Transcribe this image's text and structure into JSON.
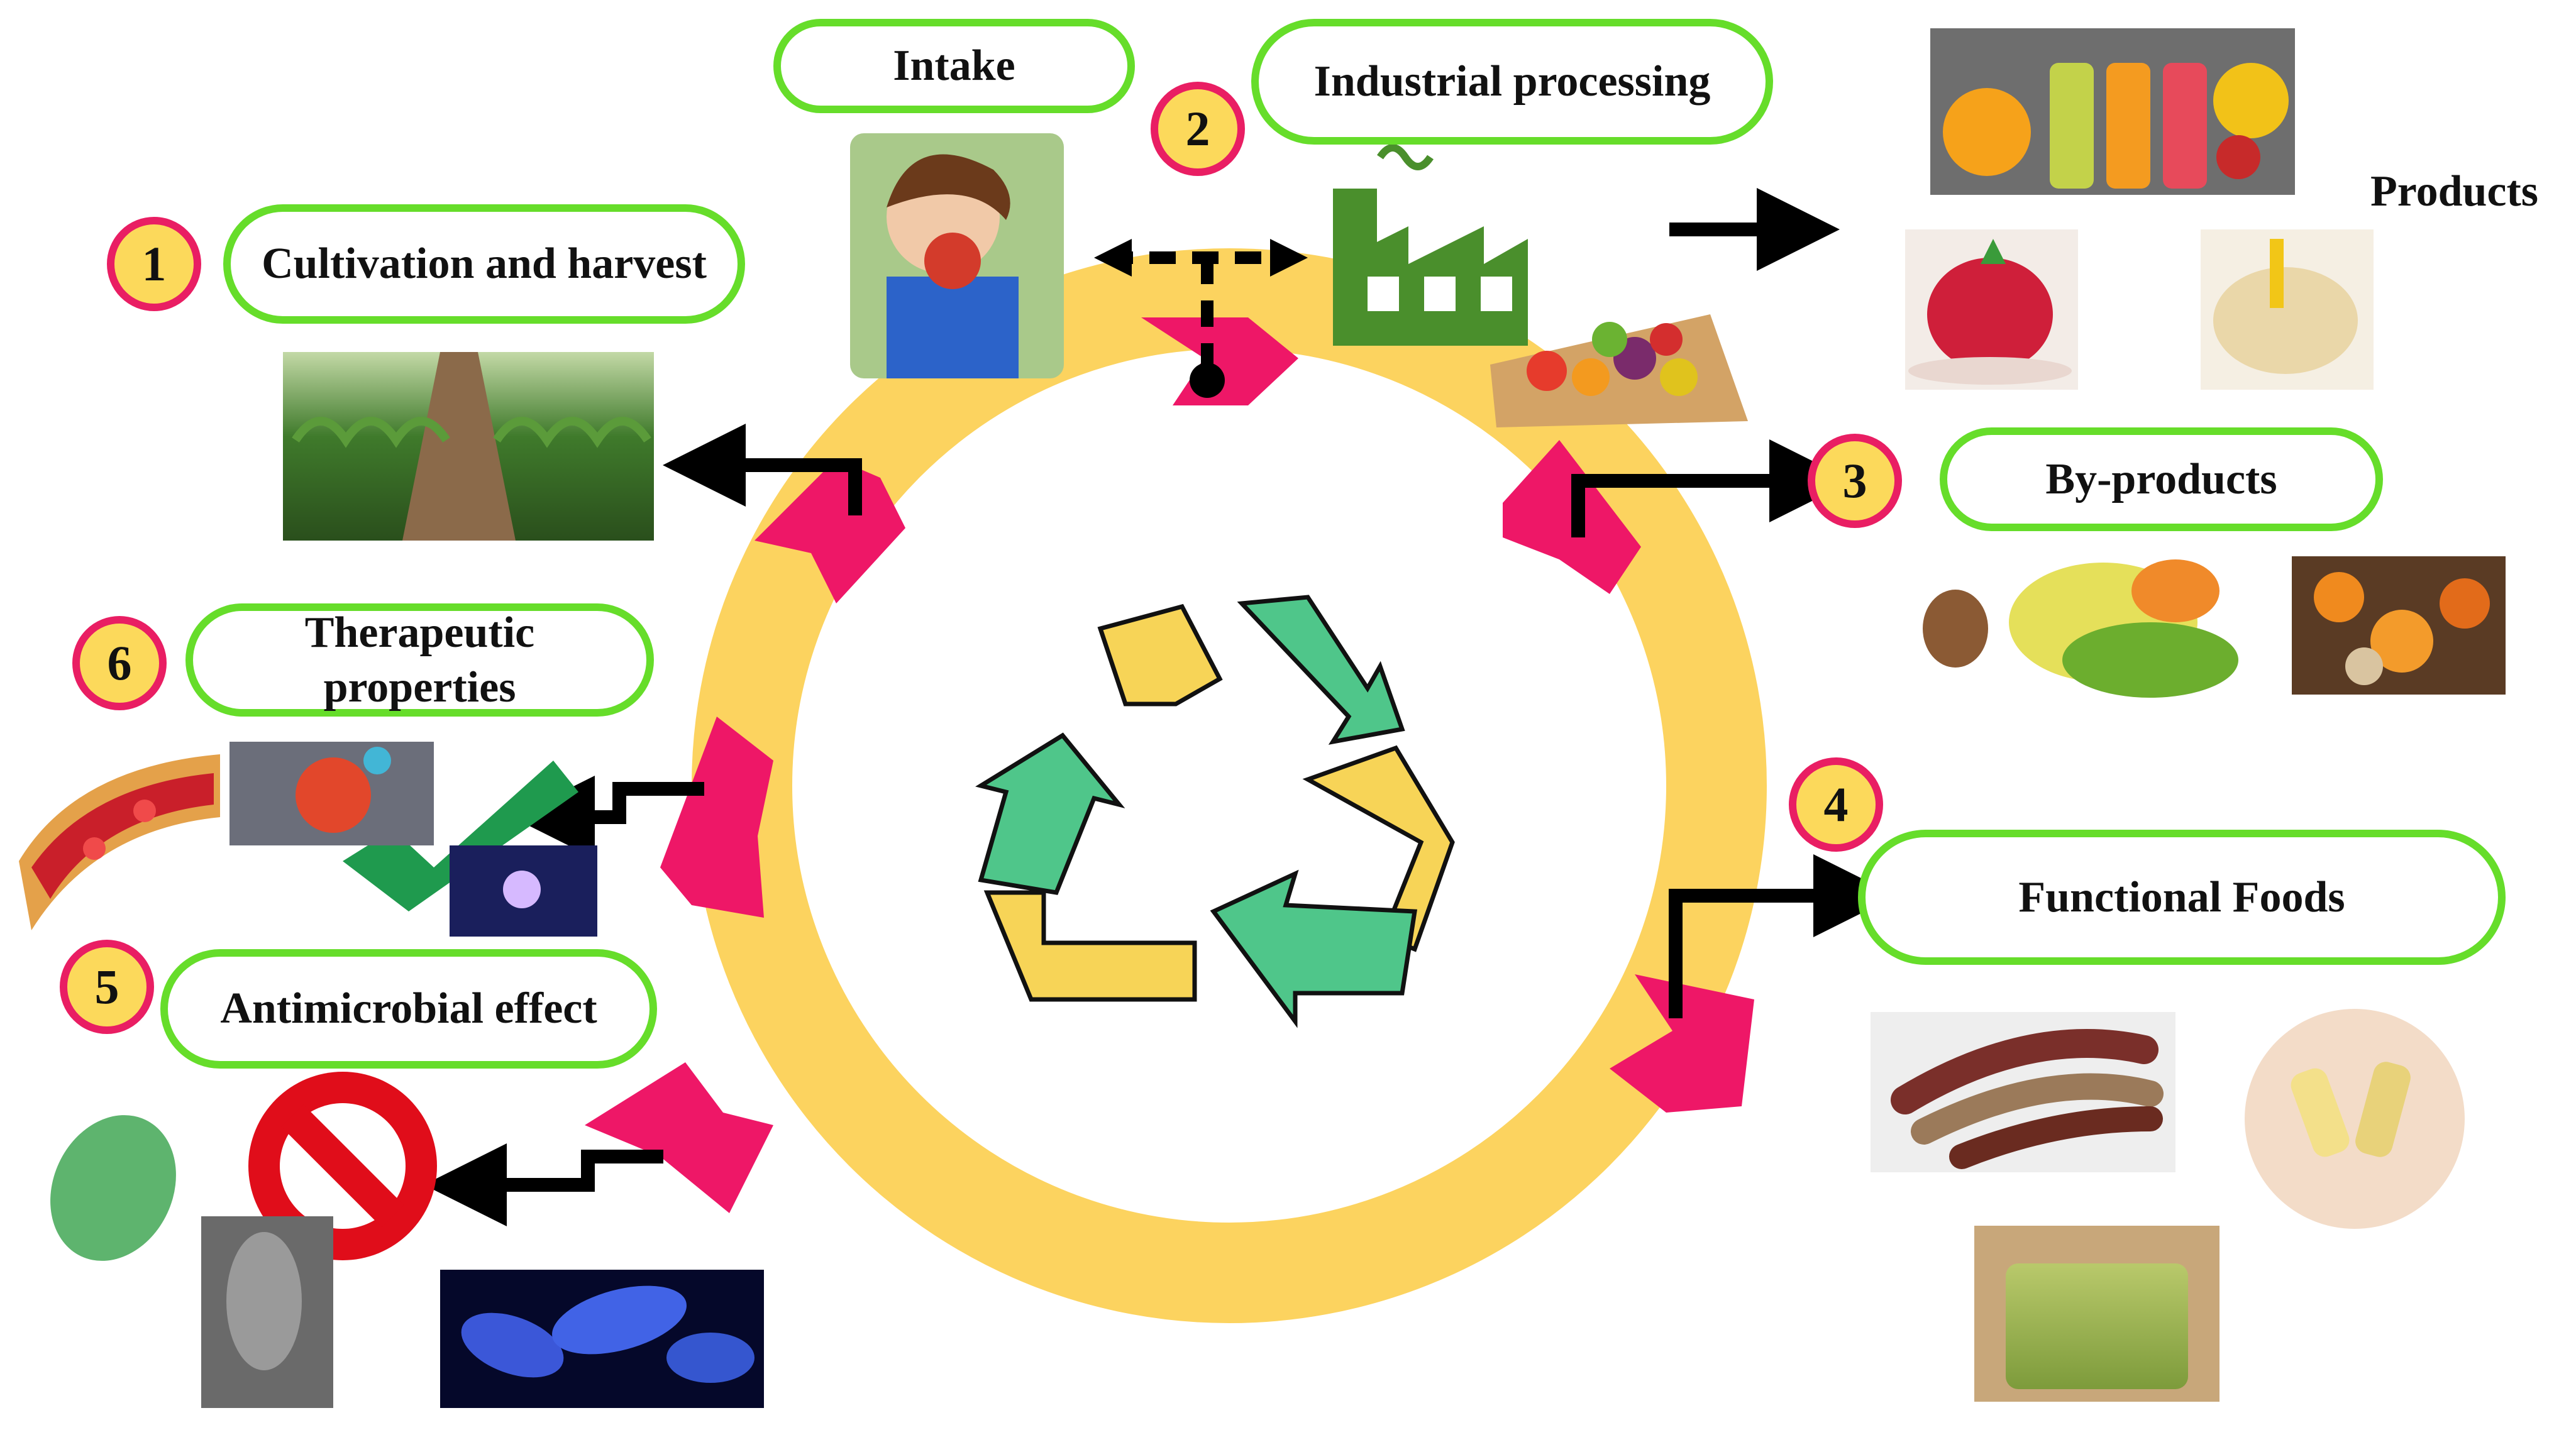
{
  "steps": [
    {
      "number": "1",
      "label": "Cultivation  and harvest"
    },
    {
      "number": "2",
      "label": "Industrial processing"
    },
    {
      "number": "3",
      "label": "By-products"
    },
    {
      "number": "4",
      "label": "Functional  Foods"
    },
    {
      "number": "5",
      "label": "Antimicrobial effect"
    },
    {
      "number": "6",
      "label": "Therapeutic properties"
    }
  ],
  "intake_label": "Intake",
  "products_label": "Products",
  "colors": {
    "ring": "#fcd35f",
    "ring_arrow": "#ee1767",
    "pill_border": "#66dd2a",
    "badge_fill": "#fcd95b",
    "badge_border": "#e91e63",
    "recycle_green": "#4fc68a",
    "recycle_yellow": "#f7d457",
    "factory_green": "#4a8f2c",
    "check_green": "#1f9a4e",
    "no_sign_red": "#e00d1a"
  },
  "icons": [
    "recycle-icon",
    "factory-icon",
    "check-mark-icon",
    "prohibition-icon"
  ]
}
